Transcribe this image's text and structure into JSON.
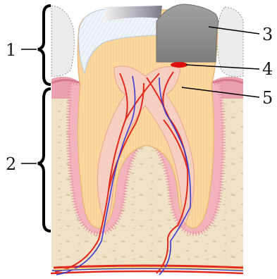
{
  "labels": {
    "one": "1",
    "two": "2",
    "three": "3",
    "four": "4",
    "five": "5"
  },
  "colors": {
    "bone": "#efe2c6",
    "bone_spot": "#d9c9a6",
    "gum": "#e9a1ad",
    "gum_dark": "#d7788a",
    "dentin": "#fbd7a0",
    "enamel": "#e8f0f6",
    "filling": "#8e8e8e",
    "pulp": "#f6cfc0",
    "artery": "#e02a1e",
    "vein": "#3b3bcf",
    "caries_red": "#e01010",
    "neighbor_tooth": "#e9e9ea"
  }
}
